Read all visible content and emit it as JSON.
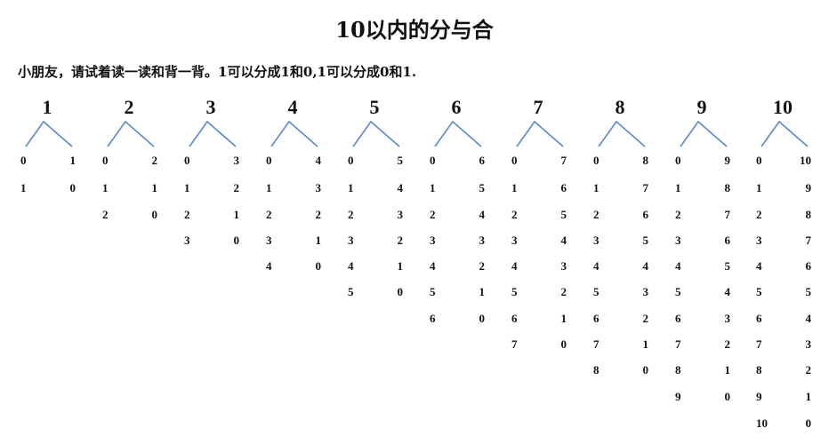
{
  "title": "10以内的分与合",
  "instruction": "小朋友，请试着读一读和背一背。1可以分成1和0,1可以分成0和1.",
  "line_color": "#5b8ac6",
  "groups": [
    {
      "total": "1",
      "pairs": [
        [
          "0",
          "1"
        ],
        [
          "1",
          "0"
        ]
      ]
    },
    {
      "total": "2",
      "pairs": [
        [
          "0",
          "2"
        ],
        [
          "1",
          "1"
        ],
        [
          "2",
          "0"
        ]
      ]
    },
    {
      "total": "3",
      "pairs": [
        [
          "0",
          "3"
        ],
        [
          "1",
          "2"
        ],
        [
          "2",
          "1"
        ],
        [
          "3",
          "0"
        ]
      ]
    },
    {
      "total": "4",
      "pairs": [
        [
          "0",
          "4"
        ],
        [
          "1",
          "3"
        ],
        [
          "2",
          "2"
        ],
        [
          "3",
          "1"
        ],
        [
          "4",
          "0"
        ]
      ]
    },
    {
      "total": "5",
      "pairs": [
        [
          "0",
          "5"
        ],
        [
          "1",
          "4"
        ],
        [
          "2",
          "3"
        ],
        [
          "3",
          "2"
        ],
        [
          "4",
          "1"
        ],
        [
          "5",
          "0"
        ]
      ]
    },
    {
      "total": "6",
      "pairs": [
        [
          "0",
          "6"
        ],
        [
          "1",
          "5"
        ],
        [
          "2",
          "4"
        ],
        [
          "3",
          "3"
        ],
        [
          "4",
          "2"
        ],
        [
          "5",
          "1"
        ],
        [
          "6",
          "0"
        ]
      ]
    },
    {
      "total": "7",
      "pairs": [
        [
          "0",
          "7"
        ],
        [
          "1",
          "6"
        ],
        [
          "2",
          "5"
        ],
        [
          "3",
          "4"
        ],
        [
          "4",
          "3"
        ],
        [
          "5",
          "2"
        ],
        [
          "6",
          "1"
        ],
        [
          "7",
          "0"
        ]
      ]
    },
    {
      "total": "8",
      "pairs": [
        [
          "0",
          "8"
        ],
        [
          "1",
          "7"
        ],
        [
          "2",
          "6"
        ],
        [
          "3",
          "5"
        ],
        [
          "4",
          "4"
        ],
        [
          "5",
          "3"
        ],
        [
          "6",
          "2"
        ],
        [
          "7",
          "1"
        ],
        [
          "8",
          "0"
        ]
      ]
    },
    {
      "total": "9",
      "pairs": [
        [
          "0",
          "9"
        ],
        [
          "1",
          "8"
        ],
        [
          "2",
          "7"
        ],
        [
          "3",
          "6"
        ],
        [
          "4",
          "5"
        ],
        [
          "5",
          "4"
        ],
        [
          "6",
          "3"
        ],
        [
          "7",
          "2"
        ],
        [
          "8",
          "1"
        ],
        [
          "9",
          "0"
        ]
      ]
    },
    {
      "total": "10",
      "pairs": [
        [
          "0",
          "10"
        ],
        [
          "1",
          "9"
        ],
        [
          "2",
          "8"
        ],
        [
          "3",
          "7"
        ],
        [
          "4",
          "6"
        ],
        [
          "5",
          "5"
        ],
        [
          "6",
          "4"
        ],
        [
          "7",
          "3"
        ],
        [
          "8",
          "2"
        ],
        [
          "9",
          "1"
        ],
        [
          "10",
          "0"
        ]
      ]
    }
  ]
}
